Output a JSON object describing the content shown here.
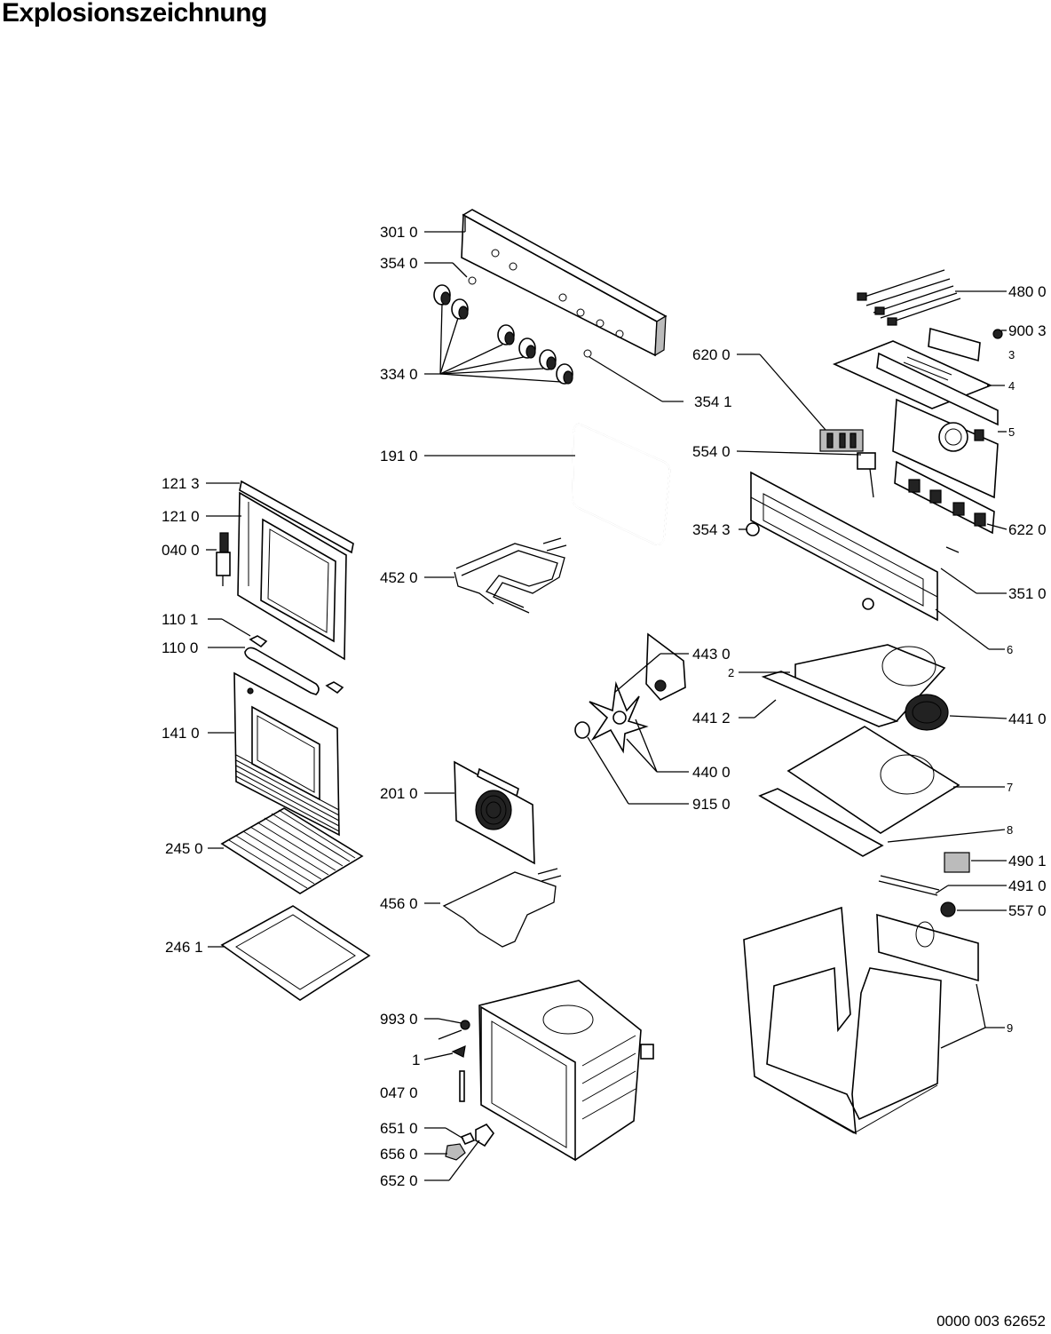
{
  "title": "Explosionszeichnung",
  "drawing_number": "0000 003 62652",
  "labels": [
    {
      "id": "lbl-301-0",
      "text": "301 0"
    },
    {
      "id": "lbl-354-0",
      "text": "354 0"
    },
    {
      "id": "lbl-334-0",
      "text": "334 0"
    },
    {
      "id": "lbl-354-1",
      "text": "354 1"
    },
    {
      "id": "lbl-480-0",
      "text": "480 0"
    },
    {
      "id": "lbl-900-3",
      "text": "900 3"
    },
    {
      "id": "lbl-3",
      "text": "3"
    },
    {
      "id": "lbl-4",
      "text": "4"
    },
    {
      "id": "lbl-5",
      "text": "5"
    },
    {
      "id": "lbl-620-0",
      "text": "620 0"
    },
    {
      "id": "lbl-554-0",
      "text": "554 0"
    },
    {
      "id": "lbl-354-3",
      "text": "354 3"
    },
    {
      "id": "lbl-622-0",
      "text": "622 0"
    },
    {
      "id": "lbl-351-0",
      "text": "351 0"
    },
    {
      "id": "lbl-6",
      "text": "6"
    },
    {
      "id": "lbl-191-0",
      "text": "191 0"
    },
    {
      "id": "lbl-121-3",
      "text": "121 3"
    },
    {
      "id": "lbl-121-0",
      "text": "121 0"
    },
    {
      "id": "lbl-040-0",
      "text": "040 0"
    },
    {
      "id": "lbl-452-0",
      "text": "452 0"
    },
    {
      "id": "lbl-110-1",
      "text": "110 1"
    },
    {
      "id": "lbl-110-0",
      "text": "110 0"
    },
    {
      "id": "lbl-443-0",
      "text": "443 0"
    },
    {
      "id": "lbl-2",
      "text": "2"
    },
    {
      "id": "lbl-441-2",
      "text": "441 2"
    },
    {
      "id": "lbl-441-0",
      "text": "441 0"
    },
    {
      "id": "lbl-141-0",
      "text": "141 0"
    },
    {
      "id": "lbl-440-0",
      "text": "440 0"
    },
    {
      "id": "lbl-201-0",
      "text": "201 0"
    },
    {
      "id": "lbl-915-0",
      "text": "915 0"
    },
    {
      "id": "lbl-7",
      "text": "7"
    },
    {
      "id": "lbl-8",
      "text": "8"
    },
    {
      "id": "lbl-245-0",
      "text": "245 0"
    },
    {
      "id": "lbl-490-1",
      "text": "490 1"
    },
    {
      "id": "lbl-491-0",
      "text": "491 0"
    },
    {
      "id": "lbl-456-0",
      "text": "456 0"
    },
    {
      "id": "lbl-557-0",
      "text": "557 0"
    },
    {
      "id": "lbl-246-1",
      "text": "246 1"
    },
    {
      "id": "lbl-993-0",
      "text": "993 0"
    },
    {
      "id": "lbl-9",
      "text": "9"
    },
    {
      "id": "lbl-1",
      "text": "1"
    },
    {
      "id": "lbl-047-0",
      "text": "047 0"
    },
    {
      "id": "lbl-651-0",
      "text": "651 0"
    },
    {
      "id": "lbl-656-0",
      "text": "656 0"
    },
    {
      "id": "lbl-652-0",
      "text": "652 0"
    }
  ]
}
